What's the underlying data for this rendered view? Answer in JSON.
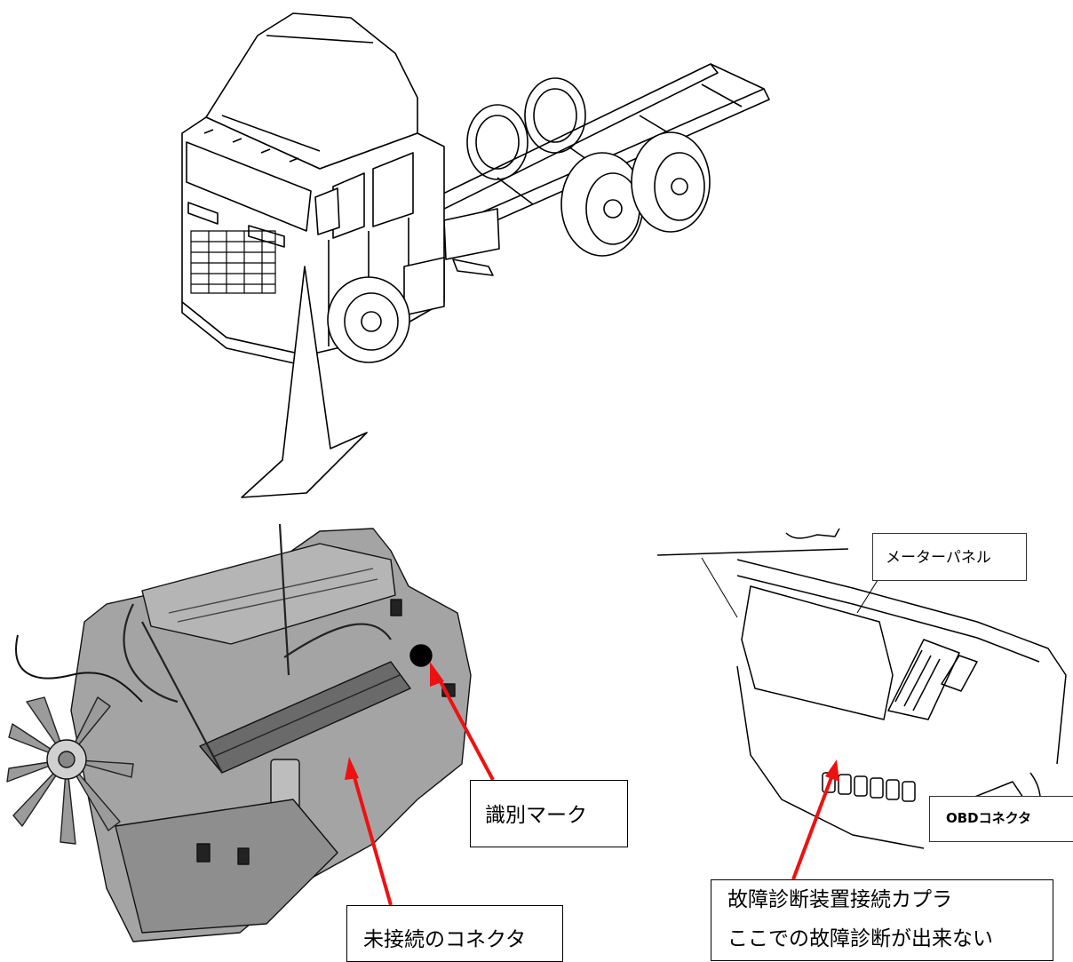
{
  "labels": {
    "identification_mark": "識別マーク",
    "unconnected_connector": "未接続のコネクタ",
    "coupler_line1": "故障診断装置接続カプラ",
    "coupler_line2": "ここでの故障診断が出来ない",
    "meter_panel": "メーターパネル",
    "obd_connector": "OBDコネクタ"
  },
  "colors": {
    "arrow": "#ee1111",
    "engine_fill": "#9a9a9a",
    "line": "#000000"
  }
}
